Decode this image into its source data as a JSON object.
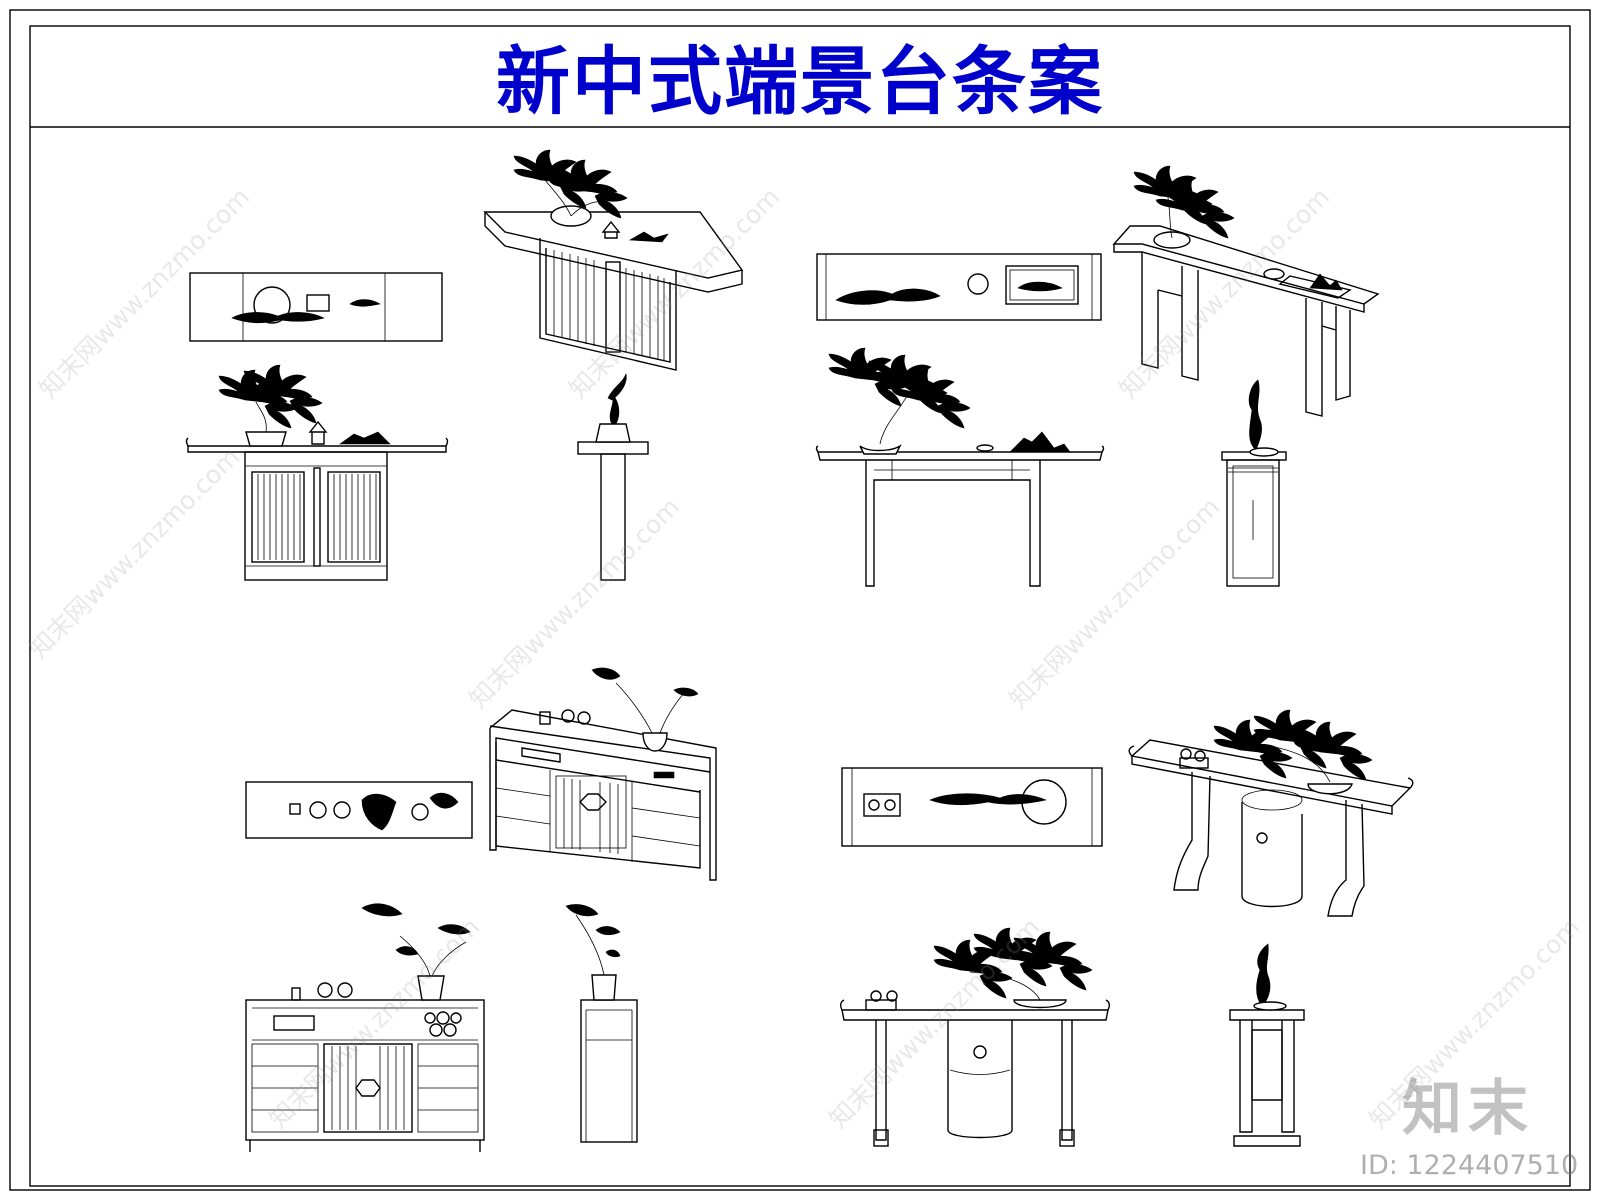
{
  "drawing": {
    "title": "新中式端景台条案"
  },
  "footer": {
    "brand": "知末",
    "image_id": "ID: 1224407510"
  },
  "watermark": {
    "text": "知末网www.znzmo.com"
  },
  "colors": {
    "title": "#0000cc",
    "line": "#000000",
    "background": "#ffffff"
  }
}
